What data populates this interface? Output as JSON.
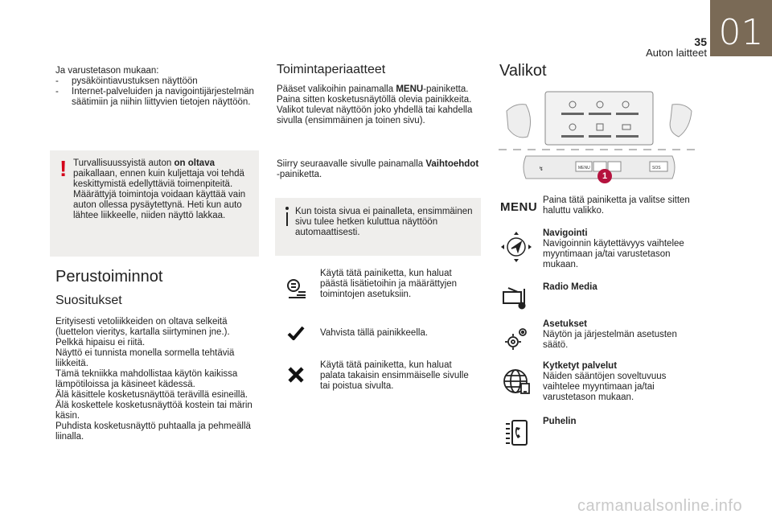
{
  "header": {
    "page_number": "35",
    "chapter_title": "Auton laitteet",
    "chapter_number": "01"
  },
  "col1": {
    "intro": "Ja varustetason mukaan:",
    "intro_items": [
      "pysäköintiavustuksen näyttöön",
      "Internet-palveluiden ja navigointijärjestelmän säätimiin ja niihin liittyvien tietojen näyttöön."
    ],
    "warning": {
      "pre": "Turvallisuussyistä auton ",
      "strong": "on oltava",
      "post": " paikallaan, ennen kuin kuljettaja voi tehdä keskittymistä edellyttäviä toimenpiteitä.",
      "para2": "Määrättyjä toimintoja voidaan käyttää vain auton ollessa pysäytettynä. Heti kun auto lähtee liikkeelle, niiden näyttö lakkaa."
    },
    "heading": "Perustoiminnot",
    "subheading": "Suositukset",
    "body_lines": [
      "Erityisesti vetoliikkeiden on oltava selkeitä (luettelon vieritys, kartalla siirtyminen jne.).",
      "Pelkkä hipaisu ei riitä.",
      "Näyttö ei tunnista monella sormella tehtäviä liikkeitä.",
      "Tämä tekniikka mahdollistaa käytön kaikissa lämpötiloissa ja käsineet kädessä.",
      "Älä käsittele kosketusnäyttöä terävillä esineillä.",
      "Älä koskettele kosketusnäyttöä kostein tai märin käsin.",
      "Puhdista kosketusnäyttö puhtaalla ja pehmeällä liinalla."
    ]
  },
  "col2": {
    "heading": "Toimintaperiaatteet",
    "p1_pre": "Pääset valikoihin painamalla ",
    "p1_strong": "MENU",
    "p1_post": "-painiketta. Paina sitten kosketusnäytöllä olevia painikkeita.",
    "p2": "Valikot tulevat näyttöön joko yhdellä tai kahdella sivulla (ensimmäinen ja toinen sivu).",
    "p3_pre": "Siirry seuraavalle sivulle painamalla ",
    "p3_strong": "Vaihtoehdot",
    "p3_post": " -painiketta.",
    "info": "Kun toista sivua ei painalleta, ensimmäinen sivu tulee hetken kuluttua näyttöön automaattisesti.",
    "rows": [
      {
        "icon": "details-list-icon",
        "text": "Käytä tätä painiketta, kun haluat päästä lisätietoihin ja määrättyjen toimintojen asetuksiin."
      },
      {
        "icon": "checkmark-icon",
        "text": "Vahvista tällä painikkeella."
      },
      {
        "icon": "cross-icon",
        "text": "Käytä tätä painiketta, kun haluat palata takaisin ensimmäiselle sivulle tai poistua sivulta."
      }
    ]
  },
  "col3": {
    "heading": "Valikot",
    "callout_number": "1",
    "menu_label": "MENU",
    "panel_labels": {
      "menu": "MENU",
      "sos": "SOS"
    },
    "menu_text": "Paina tätä painiketta ja valitse sitten haluttu valikko.",
    "items": [
      {
        "icon": "navigation-icon",
        "title": "Navigointi",
        "desc": "Navigoinnin käytettävyys vaihtelee myyntimaan ja/tai varustetason mukaan."
      },
      {
        "icon": "radio-media-icon",
        "title": "Radio Media",
        "desc": ""
      },
      {
        "icon": "settings-gears-icon",
        "title": "Asetukset",
        "desc": "Näytön ja järjestelmän asetusten säätö."
      },
      {
        "icon": "connected-services-icon",
        "title": "Kytketyt palvelut",
        "desc": "Näiden sääntöjen soveltuvuus vaihtelee myyntimaan ja/tai varustetason mukaan."
      },
      {
        "icon": "phone-icon",
        "title": "Puhelin",
        "desc": ""
      }
    ]
  },
  "watermark": "carmanualsonline.info",
  "colors": {
    "accent": "#7a6a56",
    "warning": "#d4001a",
    "box": "#efeeec",
    "callout": "#b5123e"
  }
}
